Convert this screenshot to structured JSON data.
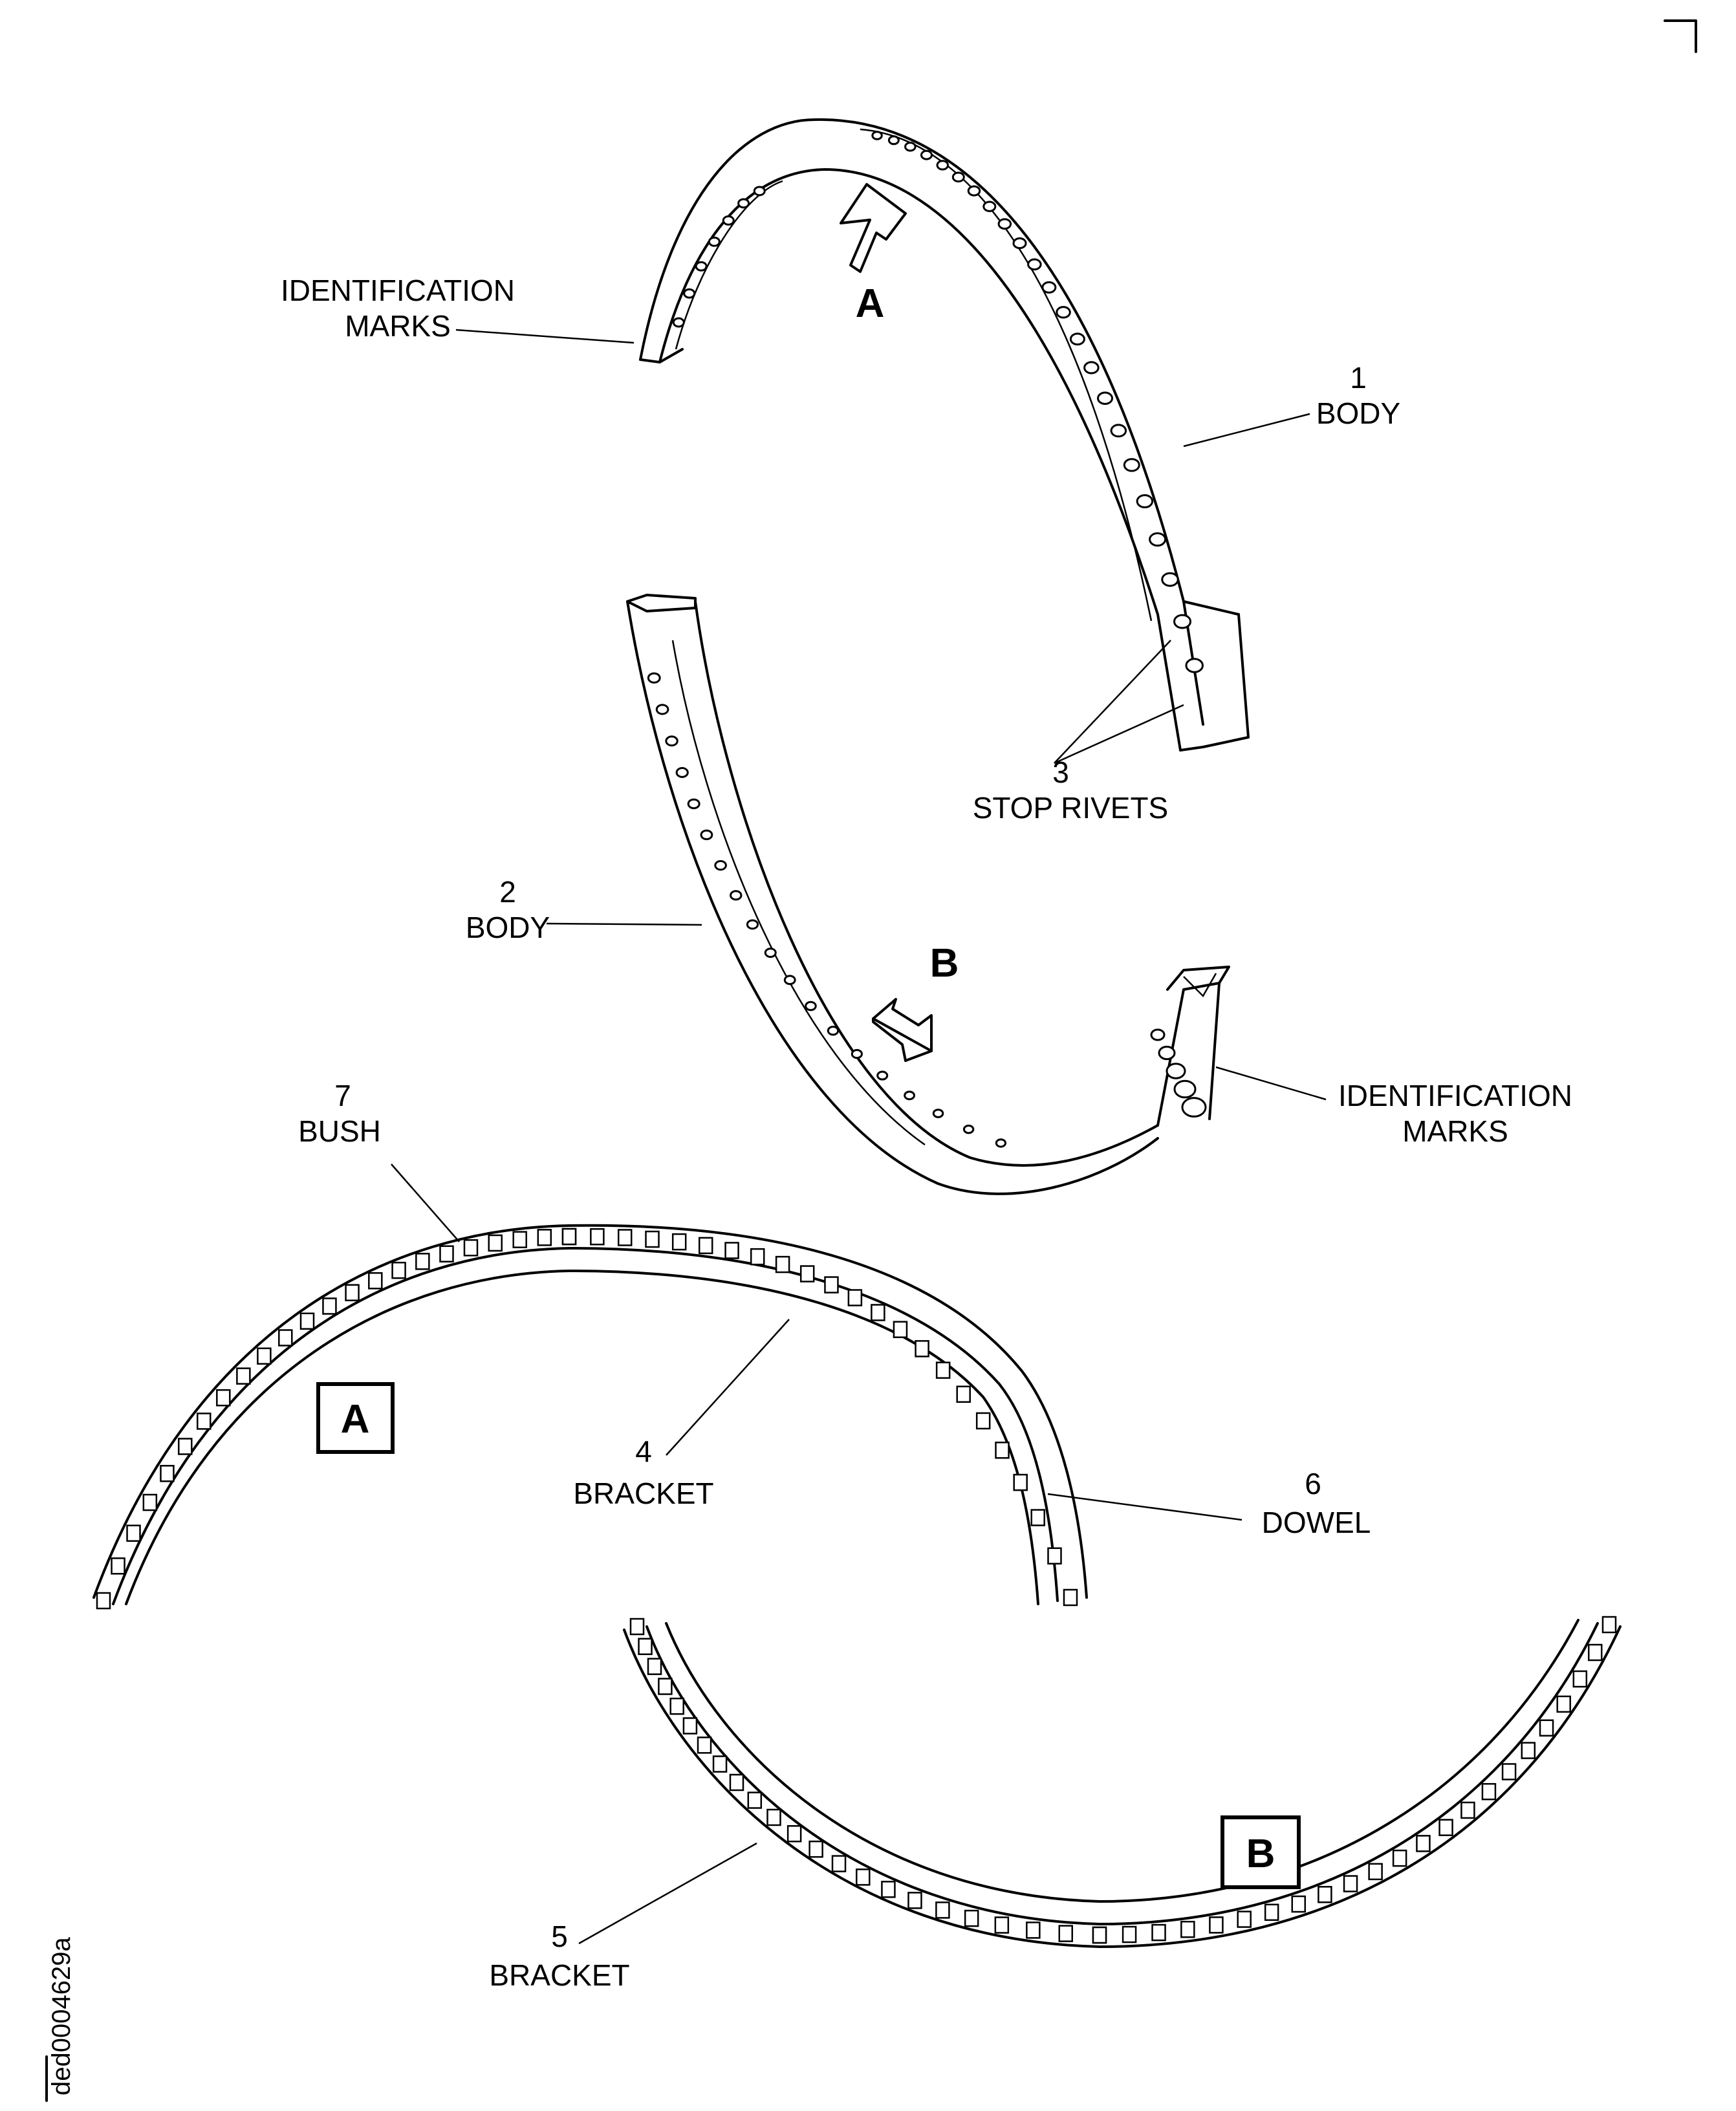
{
  "labels": {
    "id_marks_top_1": "IDENTIFICATION",
    "id_marks_top_2": "MARKS",
    "body1_num": "1",
    "body1_name": "BODY",
    "view_a_arrow": "A",
    "stop_rivets_num": "3",
    "stop_rivets_name": "STOP RIVETS",
    "body2_num": "2",
    "body2_name": "BODY",
    "view_b_arrow": "B",
    "id_marks_bottom_1": "IDENTIFICATION",
    "id_marks_bottom_2": "MARKS",
    "bush_num": "7",
    "bush_name": "BUSH",
    "bracket4_num": "4",
    "bracket4_name": "BRACKET",
    "dowel_num": "6",
    "dowel_name": "DOWEL",
    "view_a_box": "A",
    "view_b_box": "B",
    "bracket5_num": "5",
    "bracket5_name": "BRACKET",
    "doc_id": "ded0004629a"
  }
}
